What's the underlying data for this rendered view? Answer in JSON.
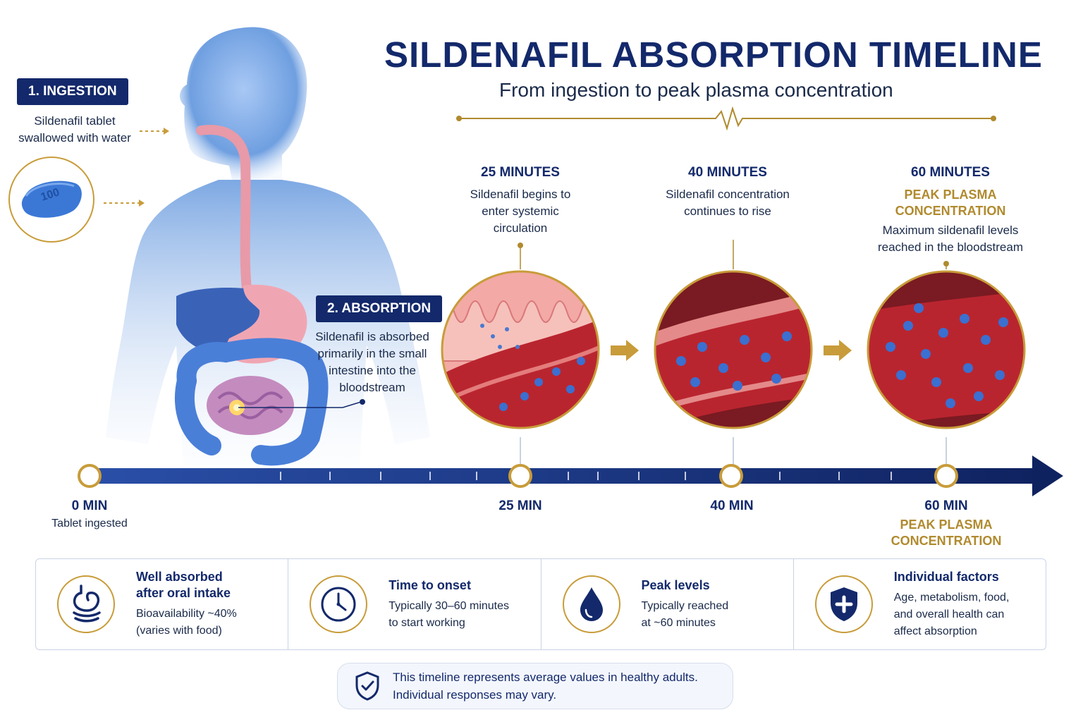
{
  "header": {
    "title": "SILDENAFIL ABSORPTION TIMELINE",
    "subtitle": "From ingestion to peak plasma concentration"
  },
  "steps": [
    {
      "label": "1. INGESTION",
      "desc_lines": [
        "Sildenafil tablet",
        "swallowed with water"
      ]
    },
    {
      "label": "2. ABSORPTION",
      "desc_lines": [
        "Sildenafil is absorbed",
        "primarily in the small",
        "intestine into the",
        "bloodstream"
      ]
    }
  ],
  "pill": {
    "imprint": "100"
  },
  "milestones": [
    {
      "time": "25 MINUTES",
      "desc_lines": [
        "Sildenafil begins to",
        "enter systemic",
        "circulation"
      ]
    },
    {
      "time": "40 MINUTES",
      "desc_lines": [
        "Sildenafil concentration",
        "continues to rise"
      ]
    },
    {
      "time": "60 MINUTES",
      "highlight_lines": [
        "PEAK PLASMA",
        "CONCENTRATION"
      ],
      "desc_lines": [
        "Maximum sildenafil levels",
        "reached in the bloodstream"
      ]
    }
  ],
  "timeline": {
    "ticks": [
      {
        "label": "0 MIN",
        "sub": "Tablet ingested"
      },
      {
        "label": "25 MIN"
      },
      {
        "label": "40 MIN"
      },
      {
        "label": "60 MIN",
        "highlight_lines": [
          "PEAK PLASMA",
          "CONCENTRATION"
        ]
      }
    ]
  },
  "cards": [
    {
      "icon": "stomach-icon",
      "title_lines": [
        "Well absorbed",
        "after oral intake"
      ],
      "body_lines": [
        "Bioavailability ~40%",
        "(varies with food)"
      ]
    },
    {
      "icon": "clock-icon",
      "title_lines": [
        "Time to onset"
      ],
      "body_lines": [
        "Typically 30–60 minutes",
        "to start working"
      ]
    },
    {
      "icon": "drop-icon",
      "title_lines": [
        "Peak levels"
      ],
      "body_lines": [
        "Typically reached",
        "at ~60 minutes"
      ]
    },
    {
      "icon": "shield-plus-icon",
      "title_lines": [
        "Individual factors"
      ],
      "body_lines": [
        "Age, metabolism, food,",
        "and overall health can",
        "affect absorption"
      ]
    }
  ],
  "note": {
    "lines": [
      "This timeline represents average values in healthy adults.",
      "Individual responses may vary."
    ]
  },
  "colors": {
    "navy": "#13296b",
    "gold": "#b08a2e",
    "blood": "#a3202a",
    "body_blue": "#6f9fe0"
  }
}
